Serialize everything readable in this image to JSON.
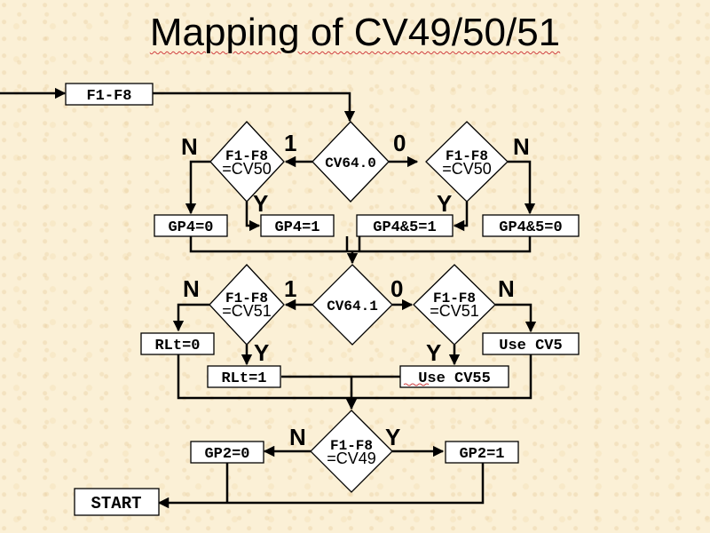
{
  "title": "Mapping of CV49/50/51",
  "boxes": {
    "f1f8": "F1-F8",
    "gp4_0": "GP4=0",
    "gp4_1": "GP4=1",
    "gp45_1": "GP4&5=1",
    "gp45_0": "GP4&5=0",
    "rlt0": "RLt=0",
    "rlt1": "RLt=1",
    "use_cv55": "Use CV55",
    "use_cv5": "Use CV5",
    "gp2_0": "GP2=0",
    "gp2_1": "GP2=1",
    "start": "START"
  },
  "decisions": {
    "cv64_0": "CV64.0",
    "cv64_1": "CV64.1",
    "left_cv50": [
      "F1-F8",
      "=CV50"
    ],
    "right_cv50": [
      "F1-F8",
      "=CV50"
    ],
    "left_cv51": [
      "F1-F8",
      "=CV51"
    ],
    "right_cv51": [
      "F1-F8",
      "=CV51"
    ],
    "cv49": [
      "F1-F8",
      "=CV49"
    ]
  },
  "branch_labels": {
    "row1_left_n": "N",
    "row1_one": "1",
    "row1_zero": "0",
    "row1_right_n": "N",
    "row1_left_y": "Y",
    "row1_right_y": "Y",
    "row2_left_n": "N",
    "row2_one": "1",
    "row2_zero": "0",
    "row2_right_n": "N",
    "row2_left_y": "Y",
    "row2_right_y": "Y",
    "row3_n": "N",
    "row3_y": "Y"
  }
}
